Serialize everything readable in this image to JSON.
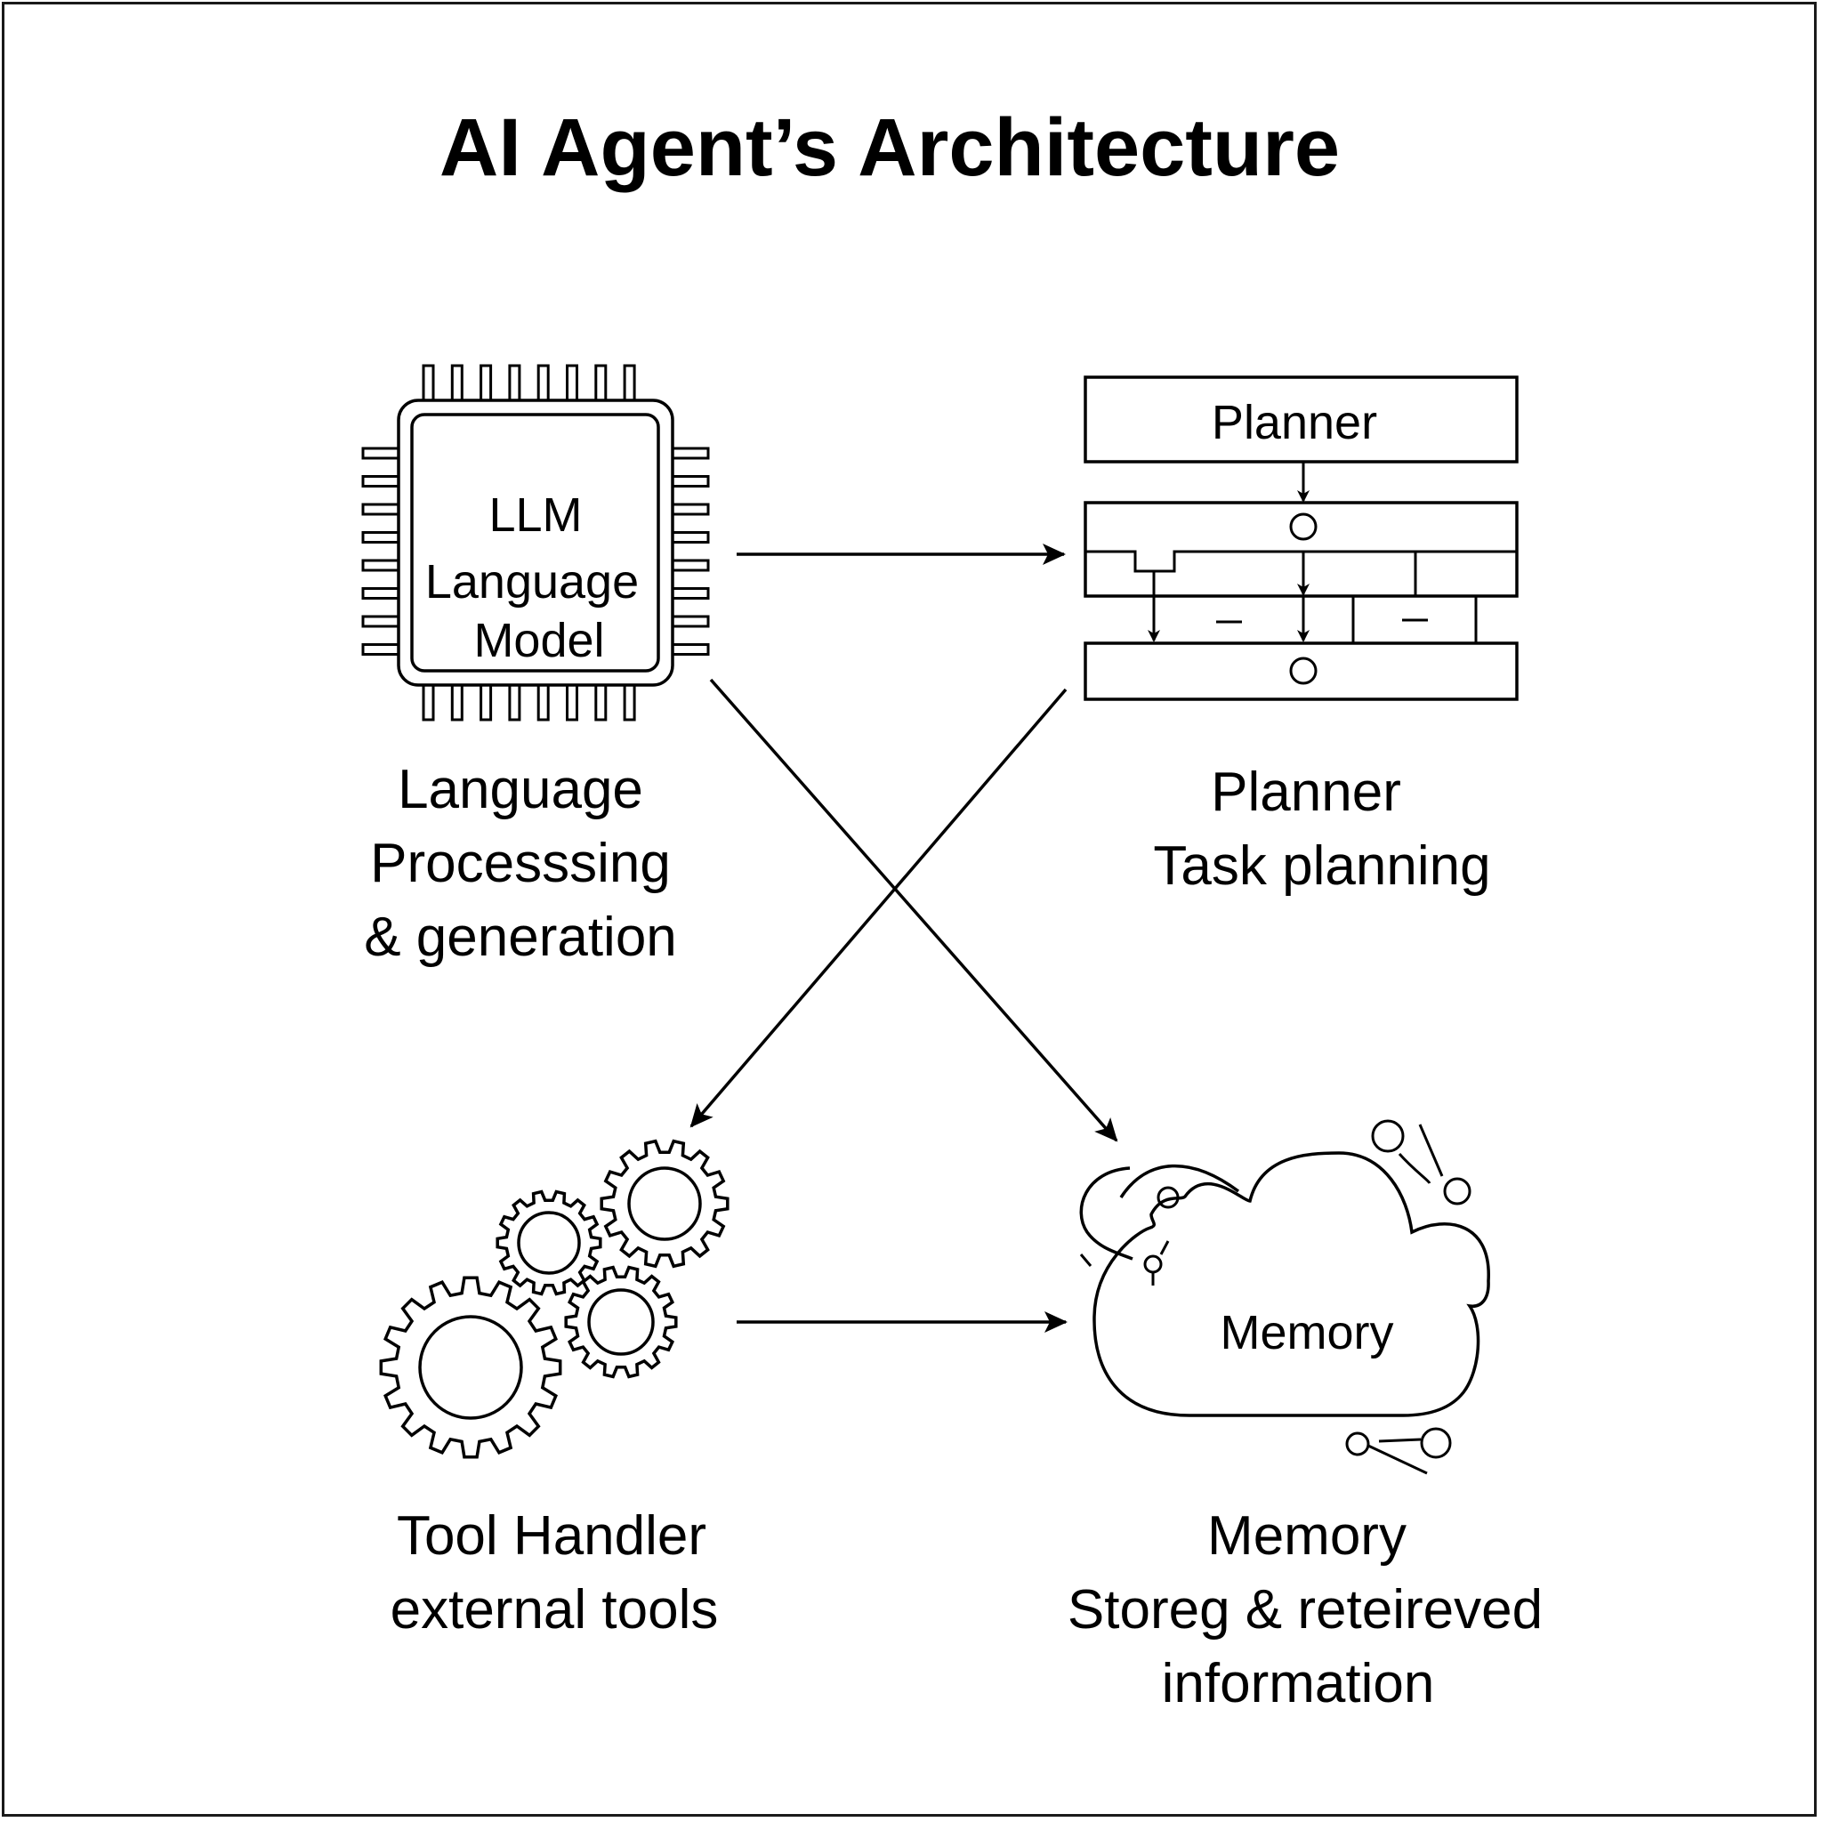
{
  "title": "AI Agent’s Architecture",
  "components": {
    "llm": {
      "chip_lines": [
        "LLM",
        "Language",
        "Model"
      ],
      "caption_lines": [
        "Language",
        "Processsing",
        "& generation"
      ]
    },
    "planner": {
      "box_label": "Planner",
      "caption_lines": [
        "Planner",
        "Task planning"
      ]
    },
    "tools": {
      "caption_lines": [
        "Tool Handler",
        "external tools"
      ]
    },
    "memory": {
      "cloud_label": "Memory",
      "caption_lines": [
        "Memory",
        "Storeg & reteireved",
        "information"
      ]
    }
  },
  "connections": [
    {
      "from": "llm",
      "to": "planner"
    },
    {
      "from": "llm",
      "to": "memory"
    },
    {
      "from": "planner",
      "to": "tools"
    },
    {
      "from": "tools",
      "to": "memory"
    }
  ],
  "colors": {
    "ink": "#000000",
    "background": "#ffffff"
  }
}
